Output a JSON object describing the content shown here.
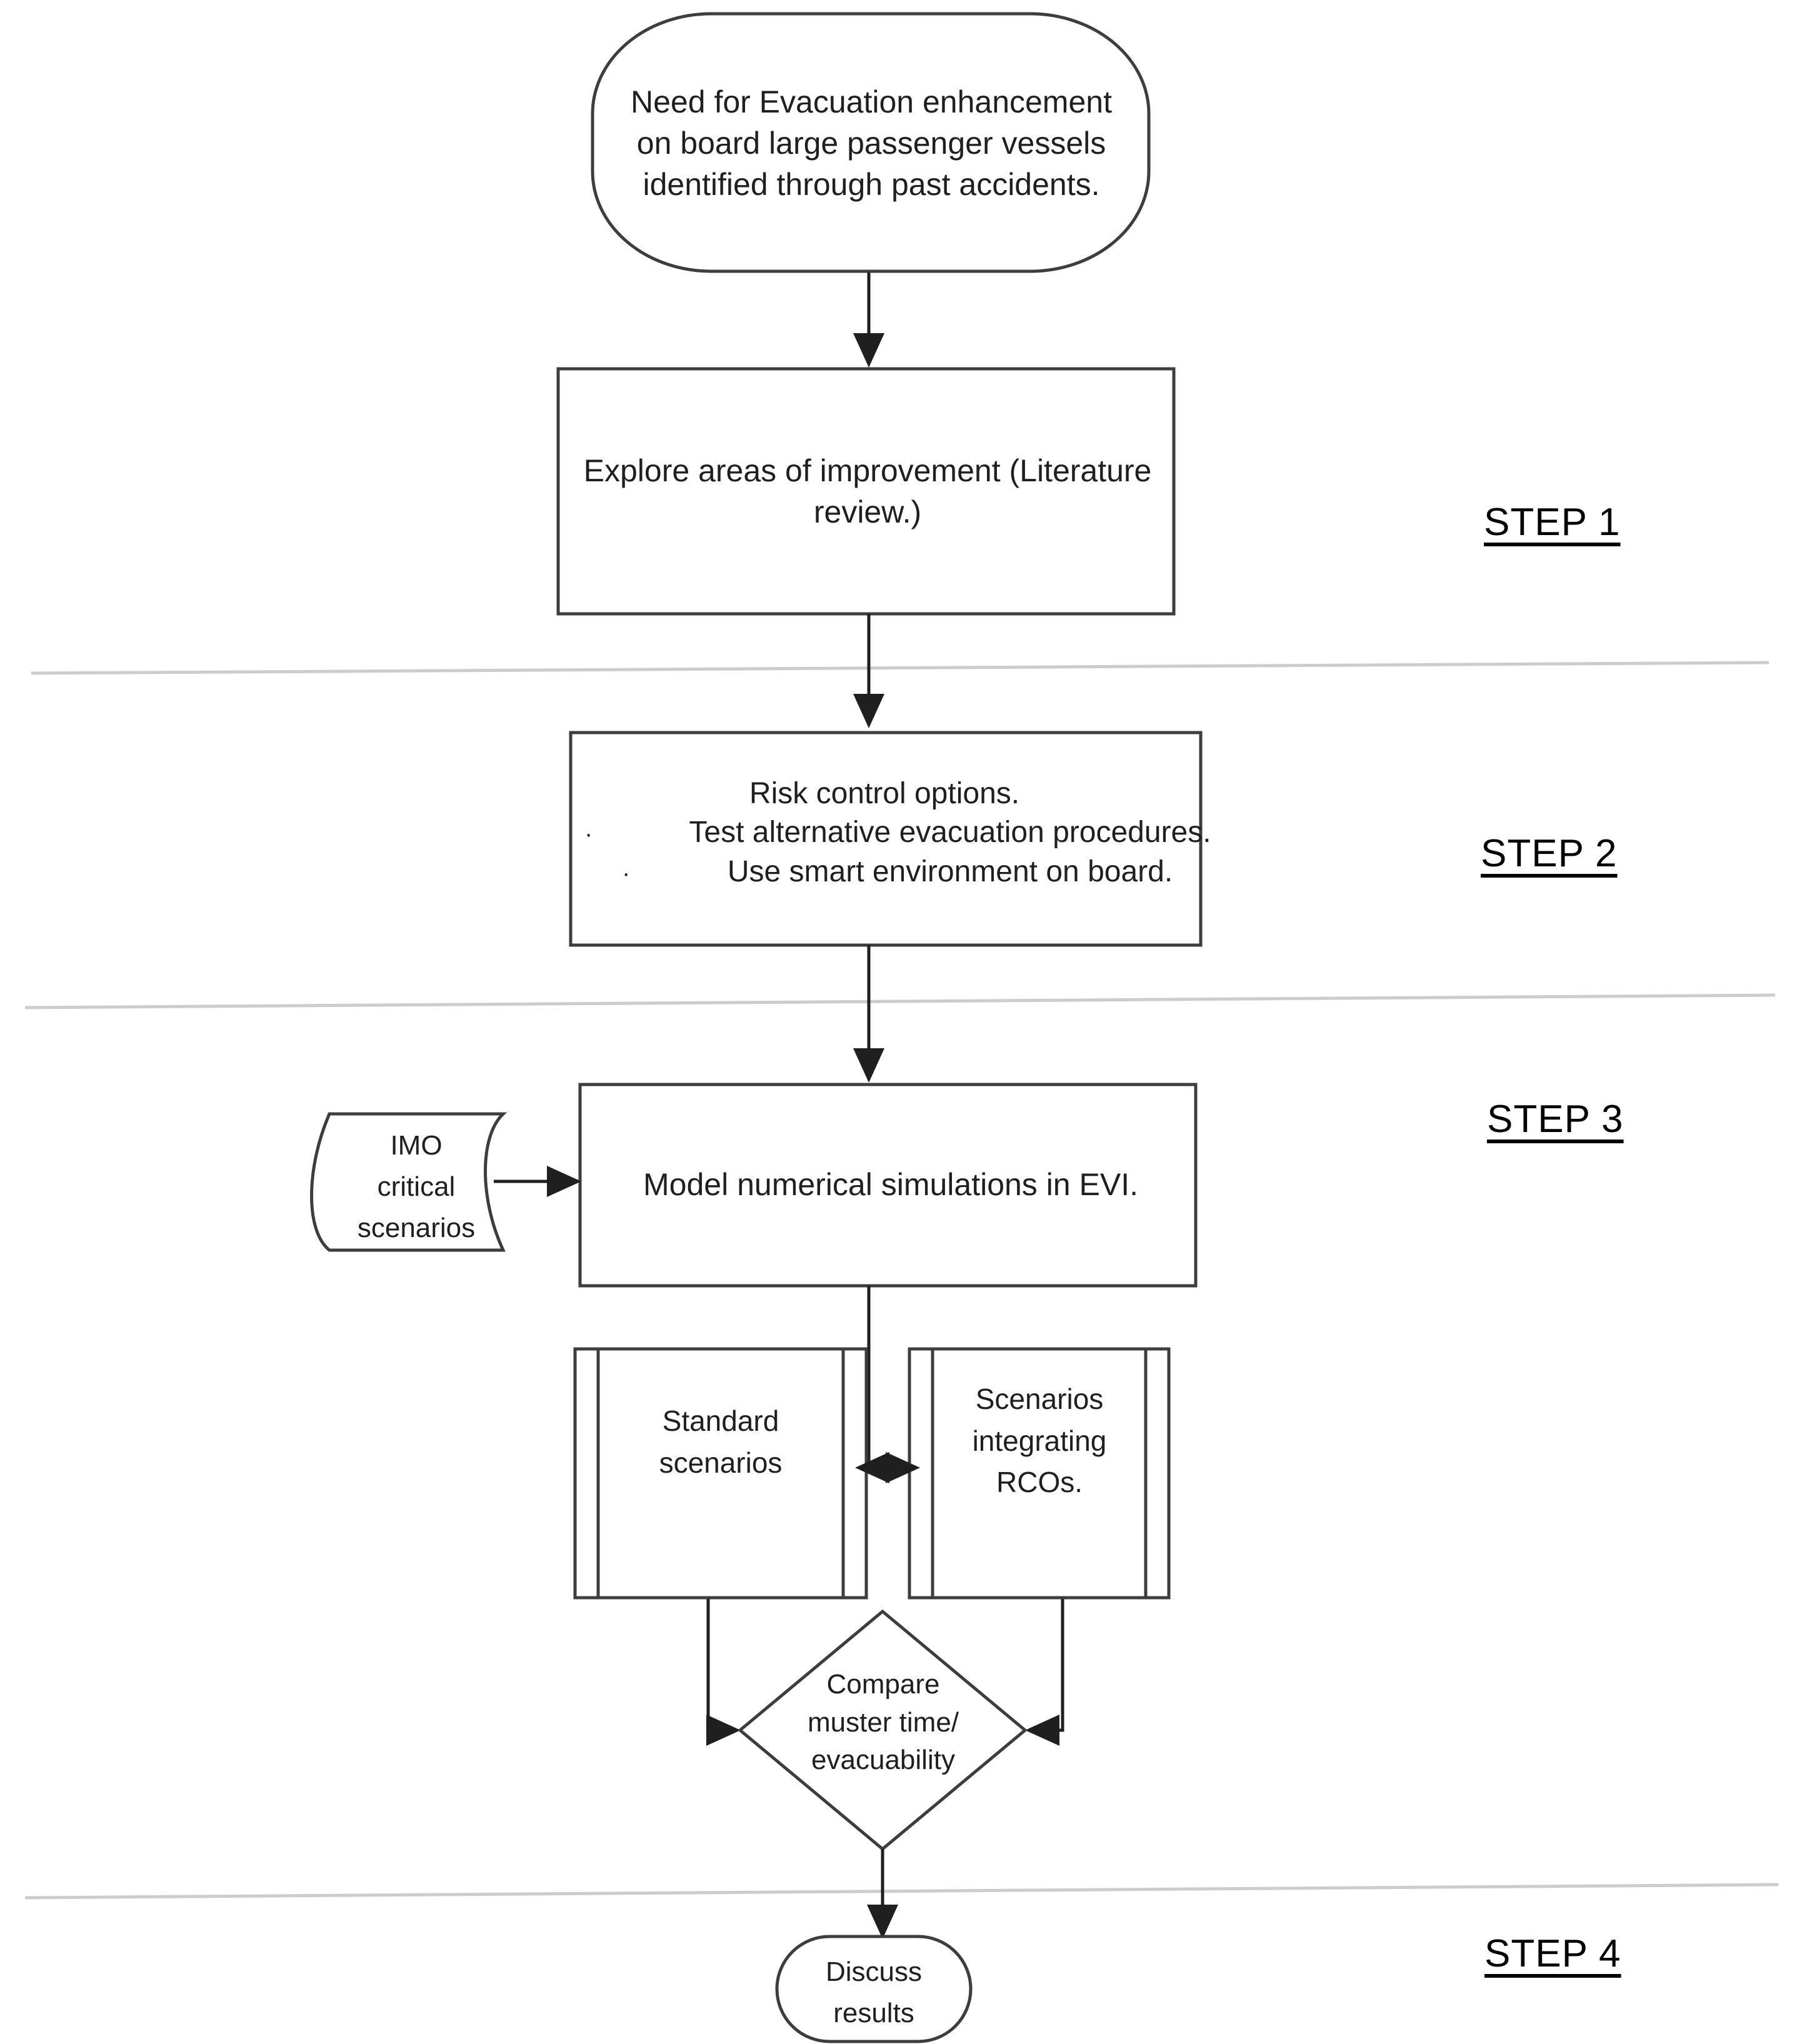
{
  "diagram": {
    "title": "Evacuation enhancement research methodology flowchart",
    "stroke_color": "#3d3d3d",
    "text_color": "#1f1f1f",
    "divider_color": "#c8c8c8",
    "background": "#ffffff"
  },
  "nodes": {
    "start": {
      "shape": "terminator",
      "text": "Need for Evacuation enhancement on board large passenger vessels identified through past accidents."
    },
    "literature_review": {
      "shape": "process",
      "text": "Explore areas of improvement (Literature review.)"
    },
    "risk_control": {
      "shape": "process",
      "title": "Risk control options.",
      "bullets": [
        "Test alternative evacuation procedures.",
        "Use smart environment on board."
      ],
      "bullet_glyph": "·"
    },
    "imo_input": {
      "shape": "document",
      "text": "IMO\ncritical\nscenarios"
    },
    "model_simulations": {
      "shape": "process",
      "text": "Model numerical simulations in EVI."
    },
    "standard_scenarios": {
      "shape": "predefined-process",
      "text": "Standard\nscenarios"
    },
    "rco_scenarios": {
      "shape": "predefined-process",
      "text": "Scenarios\nintegrating\nRCOs."
    },
    "compare": {
      "shape": "decision",
      "text": "Compare\nmuster time/\nevacuability"
    },
    "discuss": {
      "shape": "terminator",
      "text": "Discuss\nresults"
    }
  },
  "step_labels": [
    {
      "id": "step-1",
      "text": "STEP 1"
    },
    {
      "id": "step-2",
      "text": "STEP 2"
    },
    {
      "id": "step-3",
      "text": "STEP 3"
    },
    {
      "id": "step-4",
      "text": "STEP 4"
    }
  ]
}
